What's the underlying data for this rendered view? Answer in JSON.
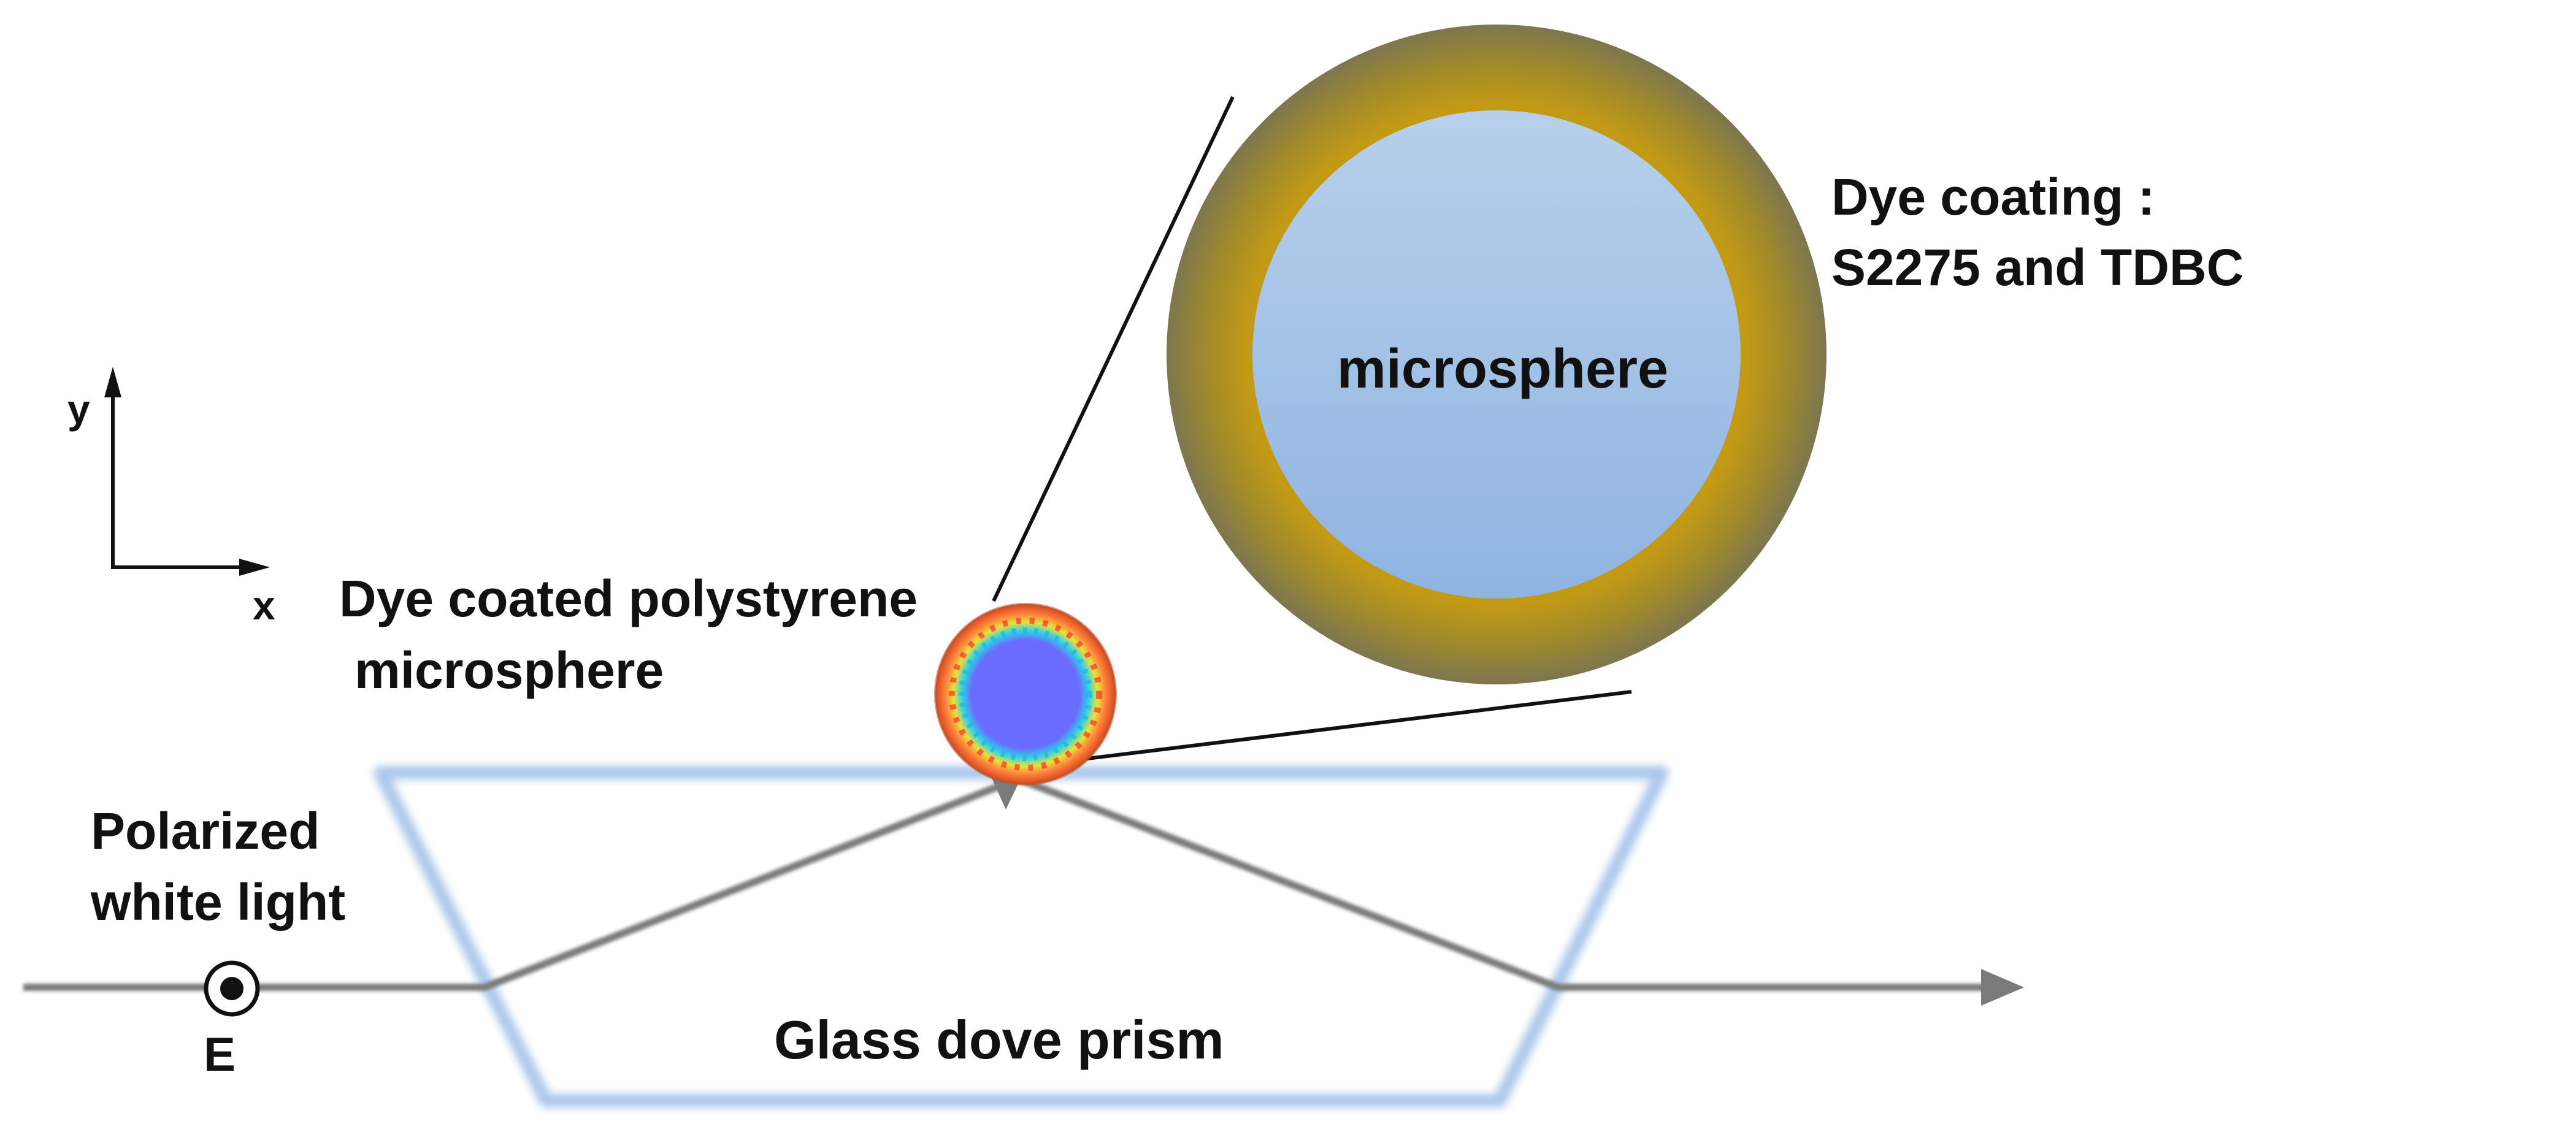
{
  "labels": {
    "axis_y": "y",
    "axis_x": "x",
    "dye_coated_line1": "Dye coated polystyrene",
    "dye_coated_line2": "microsphere",
    "microsphere": "microsphere",
    "dye_coating_line1": "Dye coating :",
    "dye_coating_line2": "S2275 and TDBC",
    "polarized_line1": "Polarized",
    "polarized_line2": "white light",
    "e_field": "E",
    "prism": "Glass dove prism"
  },
  "colors": {
    "prism_outline": "#a9c6ea",
    "beam": "#7a7a7a",
    "coating_outer": "#7d7650",
    "coating_inner": "#c39a16",
    "core_light": "#b7d0ea",
    "core_dark": "#8fb4e2",
    "small_sphere_core": "#6a6cff"
  }
}
